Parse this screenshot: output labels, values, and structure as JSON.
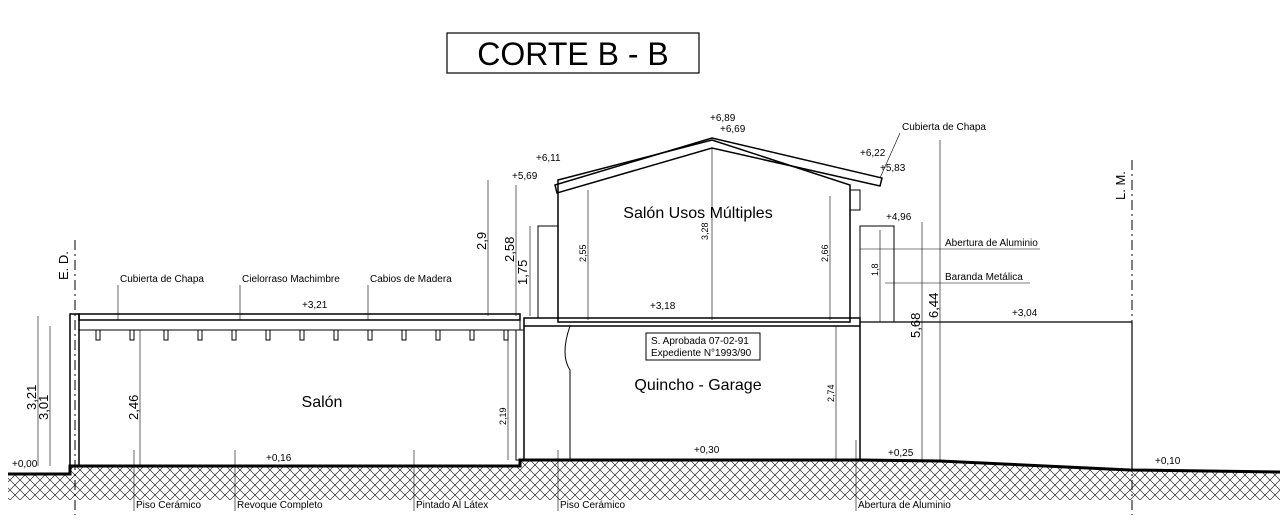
{
  "title": "CORTE B - B",
  "axes": {
    "ed": "E. D.",
    "lm": "L. M."
  },
  "rooms": {
    "salon": "Salón",
    "sum": "Salón Usos Múltiples",
    "quincho": "Quincho - Garage"
  },
  "stamp": {
    "line1": "S. Aprobada 07-02-91",
    "line2": "Expediente N°1993/90"
  },
  "notes": {
    "cubierta_left": "Cubierta de Chapa",
    "cielorraso": "Cielorraso Machimbre",
    "cabios": "Cabios de Madera",
    "cubierta_right": "Cubierta de Chapa",
    "abertura_top": "Abertura de Aluminio",
    "baranda": "Baranda Metálica",
    "piso1": "Piso Cerámico",
    "revoque": "Revoque Completo",
    "pintado": "Pintado Al Látex",
    "piso2": "Piso Cerámico",
    "abertura_bottom": "Abertura de Aluminio"
  },
  "levels": {
    "l000": "+0,00",
    "l016": "+0,16",
    "l030": "+0,30",
    "l025": "+0,25",
    "l010": "+0,10",
    "l321": "+3,21",
    "l318": "+3,18",
    "l304": "+3,04",
    "l496": "+4,96",
    "l569": "+5,69",
    "l611": "+6,11",
    "l689": "+6,89",
    "l669": "+6,69",
    "l622": "+6,22",
    "l583": "+5,83"
  },
  "dims": {
    "d321": "3,21",
    "d301": "3,01",
    "d246": "2,46",
    "d219": "2,19",
    "d29": "2,9",
    "d258": "2,58",
    "d175": "1,75",
    "d255": "2,55",
    "d328": "3,28",
    "d266": "2,66",
    "d274": "2,74",
    "d18": "1,8",
    "d568": "5,68",
    "d644": "6,44"
  }
}
